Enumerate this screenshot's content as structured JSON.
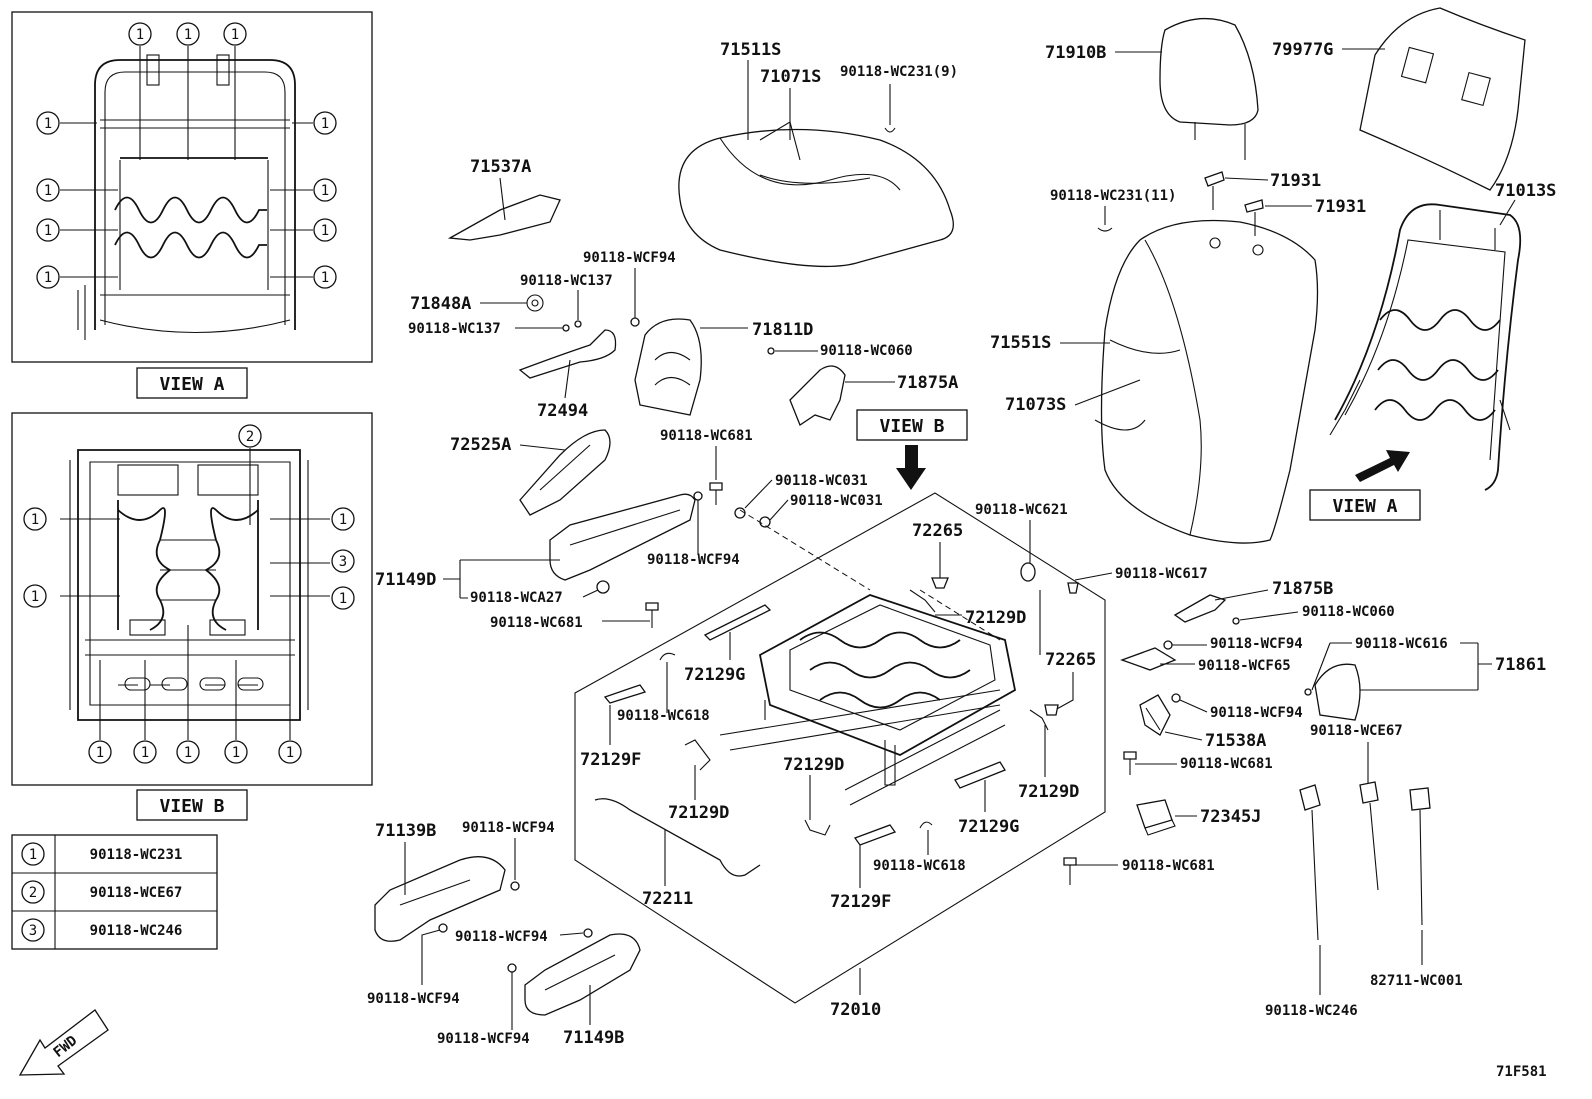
{
  "parts": {
    "p71511S": "71511S",
    "p71071S": "71071S",
    "p90118WC231_9": "90118-WC231(9)",
    "p71910B": "71910B",
    "p79977G": "79977G",
    "p71537A": "71537A",
    "p90118WCF94_a": "90118-WCF94",
    "p90118WC137_a": "90118-WC137",
    "p71848A": "71848A",
    "p90118WC137_b": "90118-WC137",
    "p71811D": "71811D",
    "p90118WC060_a": "90118-WC060",
    "p71875A": "71875A",
    "p72494": "72494",
    "p72525A": "72525A",
    "p90118WC681_a": "90118-WC681",
    "p90118WC031_a": "90118-WC031",
    "p90118WC031_b": "90118-WC031",
    "p90118WCF94_b": "90118-WCF94",
    "p71149D": "71149D",
    "p90118WCA27": "90118-WCA27",
    "p90118WC681_b": "90118-WC681",
    "p72129G_a": "72129G",
    "p90118WC618_a": "90118-WC618",
    "p72129F_a": "72129F",
    "p72129D_a": "72129D",
    "p72211": "72211",
    "p72129D_b": "72129D",
    "p72129F_b": "72129F",
    "p90118WC618_b": "90118-WC618",
    "p72129G_b": "72129G",
    "p72010": "72010",
    "p72265_a": "72265",
    "p72129D_c": "72129D",
    "p72265_b": "72265",
    "p72129D_d": "72129D",
    "p90118WC621": "90118-WC621",
    "p90118WC617": "90118-WC617",
    "p71875B": "71875B",
    "p90118WC060_b": "90118-WC060",
    "p90118WCF94_c": "90118-WCF94",
    "p90118WCF65": "90118-WCF65",
    "p90118WC616": "90118-WC616",
    "p71861": "71861",
    "p90118WCF94_d": "90118-WCF94",
    "p71538A": "71538A",
    "p90118WCE67": "90118-WCE67",
    "p90118WC681_c": "90118-WC681",
    "p72345J": "72345J",
    "p90118WC681_d": "90118-WC681",
    "p90118WC246": "90118-WC246",
    "p82711WC001": "82711-WC001",
    "p71931_a": "71931",
    "p71931_b": "71931",
    "p90118WC231_11": "90118-WC231(11)",
    "p71013S": "71013S",
    "p71551S": "71551S",
    "p71073S": "71073S",
    "p71139B": "71139B",
    "p90118WCF94_e": "90118-WCF94",
    "p90118WCF94_f": "90118-WCF94",
    "p90118WCF94_g": "90118-WCF94",
    "p90118WCF94_h": "90118-WCF94",
    "p71149B": "71149B"
  },
  "views": {
    "view_a": "VIEW A",
    "view_b": "VIEW B",
    "view_b_callout": "VIEW B",
    "view_a_callout": "VIEW A"
  },
  "markers": {
    "m1": "1",
    "m2": "2",
    "m3": "3"
  },
  "legend": {
    "rows": [
      {
        "marker": "1",
        "part": "90118-WC231"
      },
      {
        "marker": "2",
        "part": "90118-WCE67"
      },
      {
        "marker": "3",
        "part": "90118-WC246"
      }
    ]
  },
  "fwd_label": "FWD",
  "figure_code": "71F581"
}
